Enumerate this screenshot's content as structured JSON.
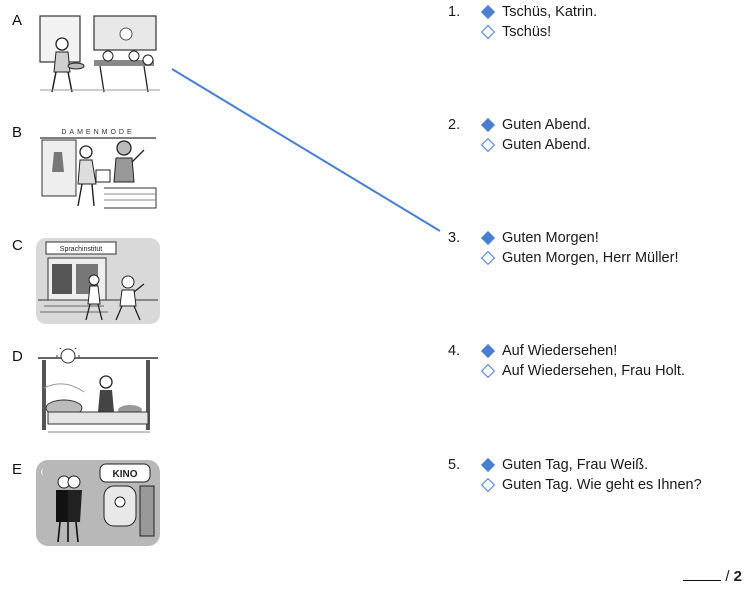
{
  "pictures": [
    {
      "letter": "A"
    },
    {
      "letter": "B",
      "sign": "DAMENMODE"
    },
    {
      "letter": "C",
      "sign": "Sprachinstitut"
    },
    {
      "letter": "D"
    },
    {
      "letter": "E",
      "sign": "KINO"
    }
  ],
  "dialogues": [
    {
      "number": "1.",
      "line1": "Tschüs, Katrin.",
      "line2": "Tschüs!"
    },
    {
      "number": "2.",
      "line1": "Guten Abend.",
      "line2": "Guten Abend."
    },
    {
      "number": "3.",
      "line1": "Guten Morgen!",
      "line2": "Guten Morgen, Herr Müller!"
    },
    {
      "number": "4.",
      "line1": "Auf Wiedersehen!",
      "line2": "Auf Wiedersehen, Frau Holt."
    },
    {
      "number": "5.",
      "line1": "Guten Tag, Frau Weiß.",
      "line2": "Guten Tag. Wie geht es Ihnen?"
    }
  ],
  "score": {
    "separator": "/",
    "total": "2"
  },
  "colors": {
    "diamond": "#4a7fd0",
    "connector": "#4a7fd0"
  }
}
